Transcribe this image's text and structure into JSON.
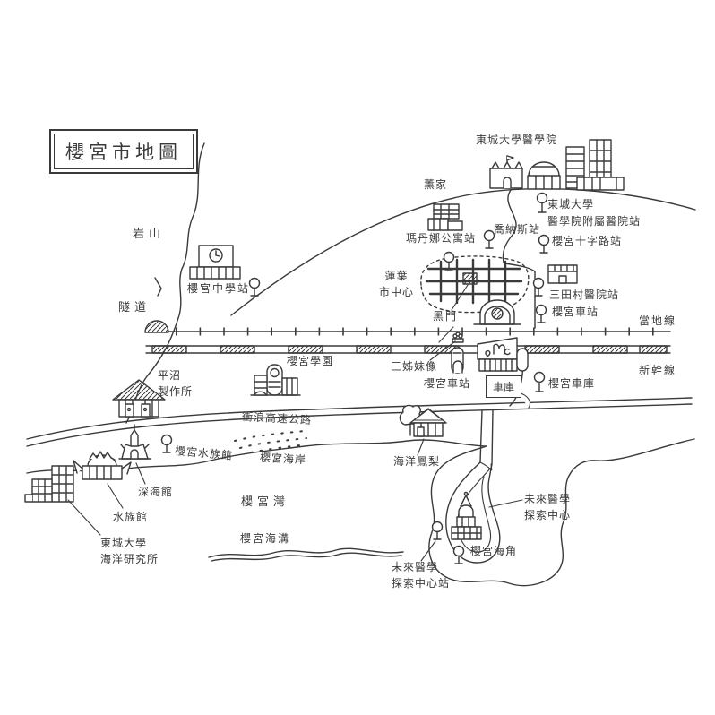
{
  "colors": {
    "ink": "#3a3a3a",
    "paper": "#ffffff"
  },
  "labels": {
    "title": "櫻宮市地圖",
    "rockMountain": "岩山",
    "tunnel": "隧道",
    "middleSchoolStation": "櫻宮中學站",
    "kaoruHouse": "薰家",
    "toseiMedSchool": "東城大學醫學院",
    "madonnaAptStation": "瑪丹娜公寓站",
    "jonasStation": "喬納斯站",
    "affiliatedHospitalStation": "東城大學\n醫學院附屬醫院站",
    "crossroadsStation": "櫻宮十字路站",
    "lotusCityCenter": "蓮葉\n市中心",
    "blackGate": "黑門",
    "mitamuraHospitalStation": "三田村醫院站",
    "localLine": "當地線",
    "eastLineStation": "櫻宮車站",
    "shinkansen": "新幹線",
    "academy": "櫻宮學園",
    "threeSistersStatue": "三姊妹像",
    "mainStation": "櫻宮車站",
    "garage": "車庫",
    "depotStation": "櫻宮車庫",
    "hiranumaWorks": "平沼\n製作所",
    "surfHighway": "衝浪高速公路",
    "coast": "櫻宮海岸",
    "aquariumStation": "櫻宮水族館",
    "deepSeaHall": "深海館",
    "aquarium": "水族館",
    "marineInstitute": "東城大學\n海洋研究所",
    "oceanPineapple": "海洋鳳梨",
    "bay": "櫻宮灣",
    "trench": "櫻宮海溝",
    "futureCenter": "未來醫學\n探索中心",
    "futureCenterStation": "未來醫學\n探索中心站",
    "cape": "櫻宮海角"
  }
}
